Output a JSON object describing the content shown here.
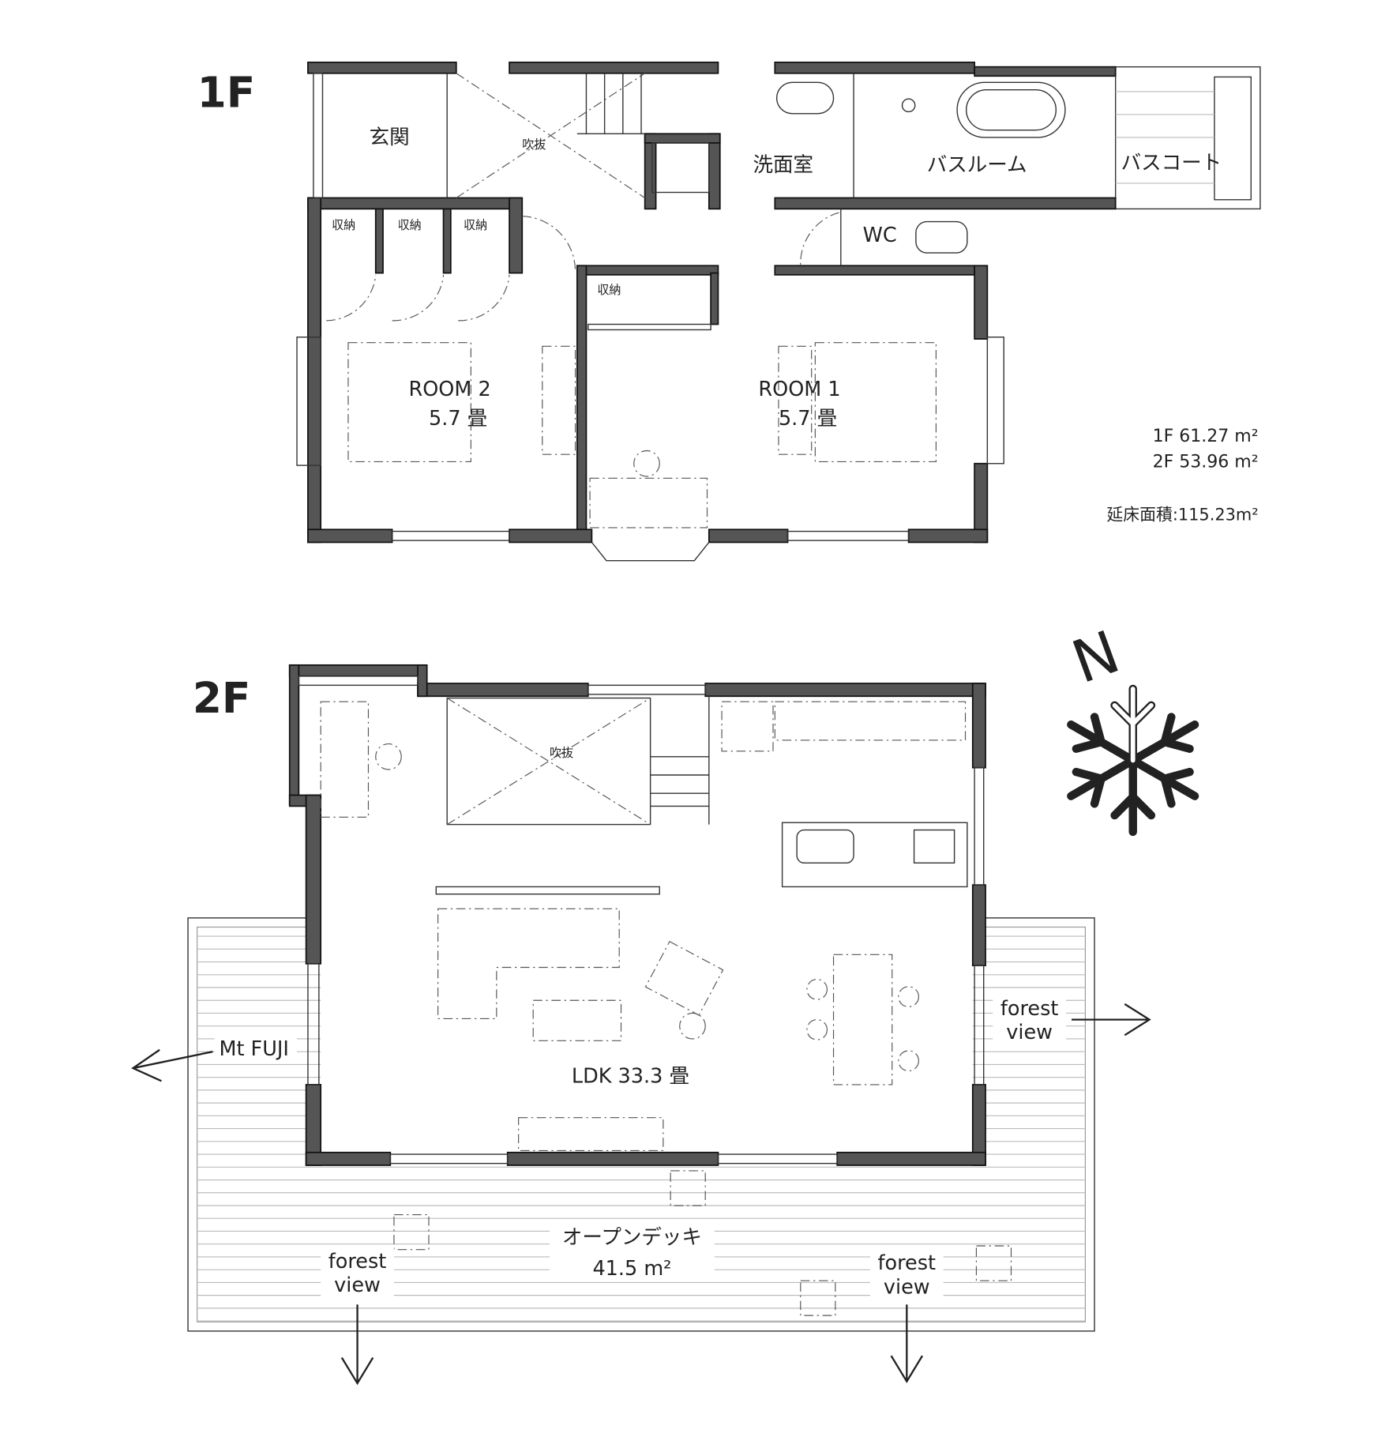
{
  "floor1": {
    "label": "1F",
    "rooms": {
      "entrance": "玄関",
      "void": "吹抜",
      "washroom": "洗面室",
      "bathroom": "バスルーム",
      "bath_court": "バスコート",
      "wc": "WC",
      "storage1": "収納",
      "storage2": "収納",
      "storage3": "収納",
      "storage4": "収納",
      "room2_name": "ROOM 2",
      "room2_size": "5.7 畳",
      "room1_name": "ROOM 1",
      "room1_size": "5.7 畳"
    }
  },
  "areas": {
    "floor1": "1F  61.27 m²",
    "floor2": "2F  53.96 m²",
    "total": "延床面積:115.23m²"
  },
  "floor2": {
    "label": "2F",
    "void": "吹抜",
    "ldk": "LDK 33.3 畳",
    "deck_name": "オープンデッキ",
    "deck_area": "41.5 m²",
    "mt_fuji": "Mt FUJI",
    "forest_east": [
      "forest",
      "view"
    ],
    "forest_sw": [
      "forest",
      "view"
    ],
    "forest_se": [
      "forest",
      "view"
    ]
  },
  "compass": {
    "north": "N"
  }
}
